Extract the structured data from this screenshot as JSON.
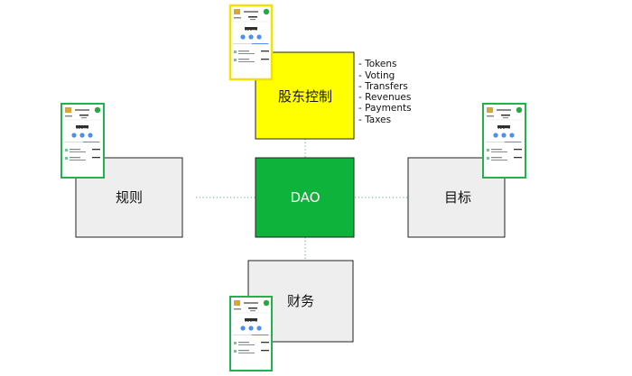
{
  "diagram": {
    "center": {
      "label": "DAO"
    },
    "top": {
      "label": "股东控制"
    },
    "left": {
      "label": "规则"
    },
    "right": {
      "label": "目标"
    },
    "bottom": {
      "label": "财务"
    },
    "list_items": [
      "- Tokens",
      "- Voting",
      "- Transfers",
      "- Revenues",
      "- Payments",
      "- Taxes"
    ]
  },
  "phone_card": {
    "balance": "12BTC"
  },
  "colors": {
    "center_fill": "#0eb33b",
    "top_fill": "#ffff00",
    "side_fill": "#eeeeee",
    "connector": "#5aa58c",
    "card_border": "#22b14c",
    "card_border_highlight": "#f5e100"
  }
}
